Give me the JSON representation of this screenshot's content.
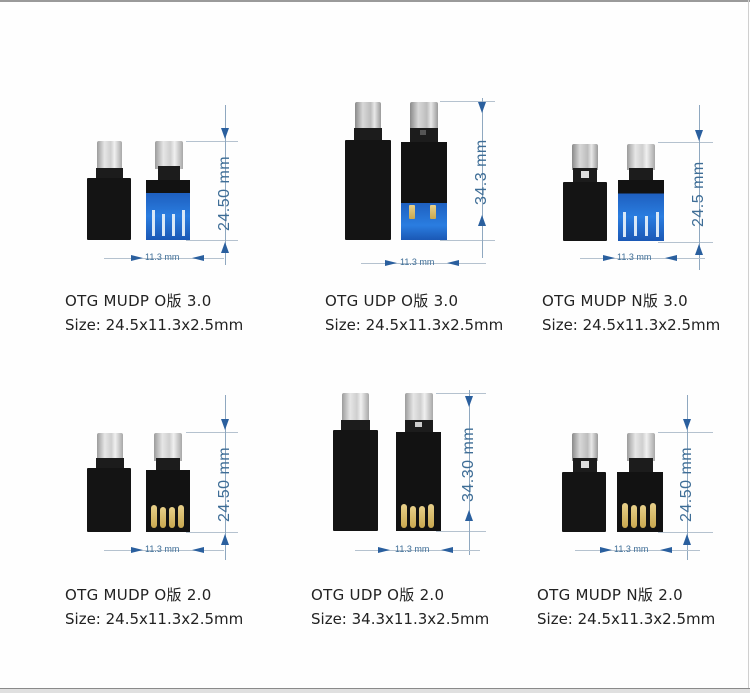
{
  "products": [
    {
      "title": "OTG MUDP O版 3.0",
      "size": "Size: 24.5x11.3x2.5mm",
      "height_label": "24.50 mm",
      "width_label": "11.3 mm"
    },
    {
      "title": "OTG UDP O版 3.0",
      "size": "Size: 24.5x11.3x2.5mm",
      "height_label": "34.3 mm",
      "width_label": "11.3 mm"
    },
    {
      "title": "OTG MUDP N版 3.0",
      "size": "Size: 24.5x11.3x2.5mm",
      "height_label": "24.5 mm",
      "width_label": "11.3 mm"
    },
    {
      "title": "OTG MUDP O版 2.0",
      "size": "Size: 24.5x11.3x2.5mm",
      "height_label": "24.50 mm",
      "width_label": "11.3 mm"
    },
    {
      "title": "OTG UDP O版 2.0",
      "size": "Size: 34.3x11.3x2.5mm",
      "height_label": "34.30 mm",
      "width_label": "11.3 mm"
    },
    {
      "title": "OTG MUDP N版 2.0",
      "size": "Size: 24.5x11.3x2.5mm",
      "height_label": "24.50 mm",
      "width_label": "11.3 mm"
    }
  ],
  "colors": {
    "dimension_arrow": "#2a5f9e",
    "dimension_text": "#3e6d96",
    "pcb_blue": "#2a7de0",
    "gold_contacts": "#c9a84f"
  }
}
